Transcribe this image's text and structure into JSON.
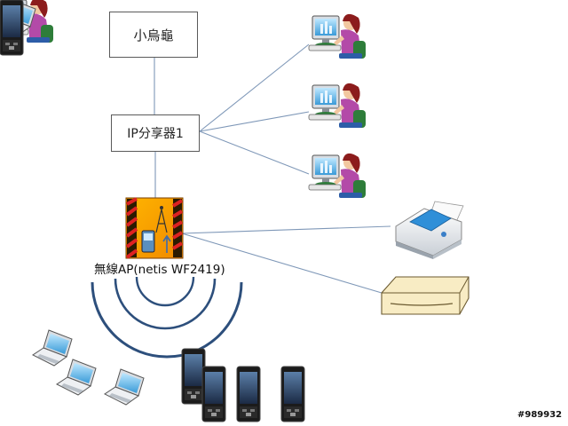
{
  "nodes": {
    "top_box": "小烏龜",
    "router_box": "IP分享器1",
    "access_point": "無線AP(netis WF2419)"
  },
  "devices": {
    "workstations": [
      "workstation",
      "workstation",
      "workstation"
    ],
    "printer": "printer-icon",
    "scanner": "scanner-icon",
    "laptops": [
      "laptop-icon",
      "laptop-icon",
      "laptop-icon"
    ],
    "phones": [
      "phone-icon",
      "phone-icon",
      "phone-icon",
      "phone-icon"
    ]
  },
  "watermark": "#989932",
  "colors": {
    "line": "#7f98b8",
    "wifi_arc": "#2d4f7c",
    "box_border": "#5a5a5a"
  }
}
